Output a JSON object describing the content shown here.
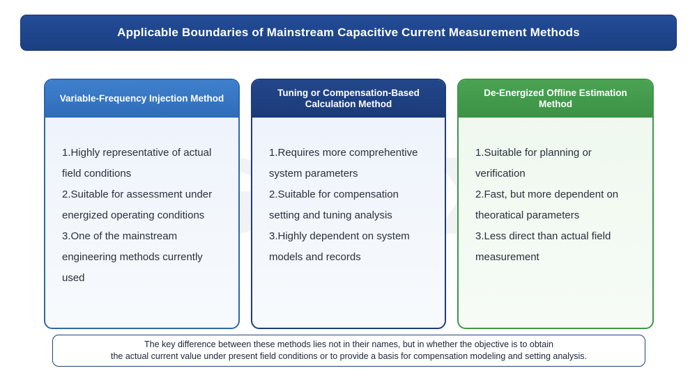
{
  "title": "Applicable Boundaries of Mainstream Capacitive Current Measurement Methods",
  "cards": [
    {
      "header": "Variable-Frequency Injection Method",
      "points": [
        "1.Highly representative of actual field conditions",
        "2.Suitable for assessment under energized operating conditions",
        "3.One of the mainstream engineering methods currently used"
      ],
      "accent": "#2e6cb8"
    },
    {
      "header": "Tuning or Compensation-Based Calculation Method",
      "points": [
        "1.Requires more comprehentive system parameters",
        "2.Suitable for compensation setting and tuning analysis",
        "3.Highly dependent on system models and records"
      ],
      "accent": "#1b3a78"
    },
    {
      "header": "De-Energized Offline Estimation Method",
      "points": [
        "1.Suitable for planning or verification",
        "2.Fast, but more dependent on theoratical parameters",
        "3.Less direct than actual field measurement"
      ],
      "accent": "#3c9145"
    }
  ],
  "footer": {
    "line1": "The key difference between these methods lies not in their names, but in whether the objective is to obtain",
    "line2": "the actual current value under present field conditions or to provide a basis for compensation modeling and setting analysis."
  },
  "watermark": "GBCX"
}
